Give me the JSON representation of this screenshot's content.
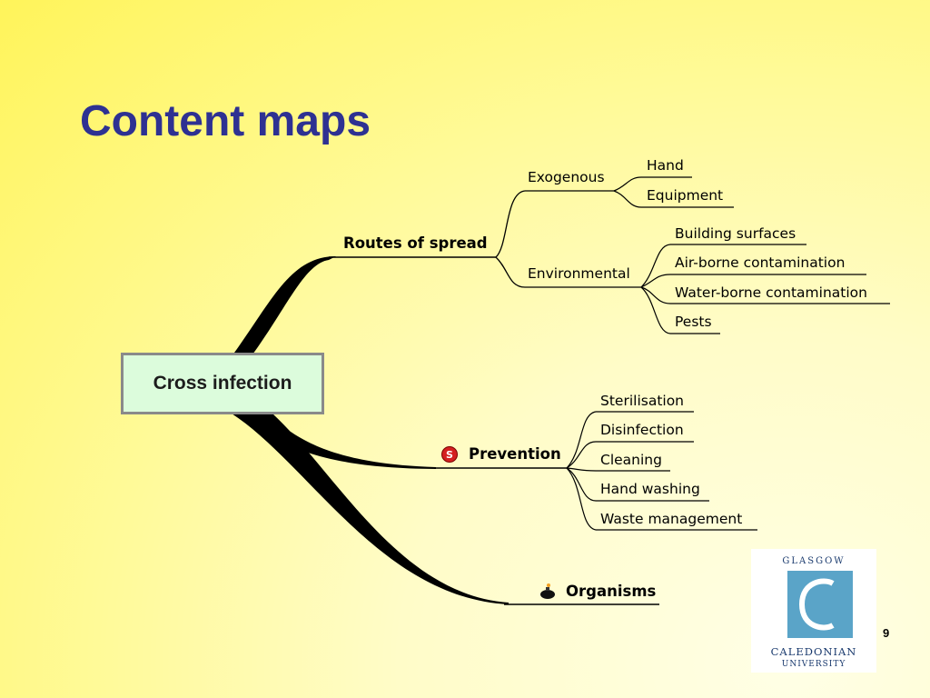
{
  "slide": {
    "title": "Content maps",
    "page_number": "9"
  },
  "mindmap": {
    "root": "Cross infection",
    "branches": [
      {
        "label": "Routes of spread",
        "children": [
          {
            "label": "Exogenous",
            "children": [
              "Hand",
              "Equipment"
            ]
          },
          {
            "label": "Environmental",
            "children": [
              "Building surfaces",
              "Air-borne contamination",
              "Water-borne contamination",
              "Pests"
            ]
          }
        ]
      },
      {
        "label": "Prevention",
        "icon": "stop-sign-icon",
        "children": [
          "Sterilisation",
          "Disinfection",
          "Cleaning",
          "Hand washing",
          "Waste management"
        ]
      },
      {
        "label": "Organisms",
        "icon": "bomb-icon",
        "children": []
      }
    ]
  },
  "logo": {
    "top_text": "GLASGOW",
    "middle_text": "CALEDONIAN",
    "bottom_text": "UNIVERSITY",
    "mark_color": "#5aa4c8"
  },
  "colors": {
    "title": "#2e3192",
    "root_fill": "#dcfcdc",
    "root_border": "#8a8a8a"
  }
}
